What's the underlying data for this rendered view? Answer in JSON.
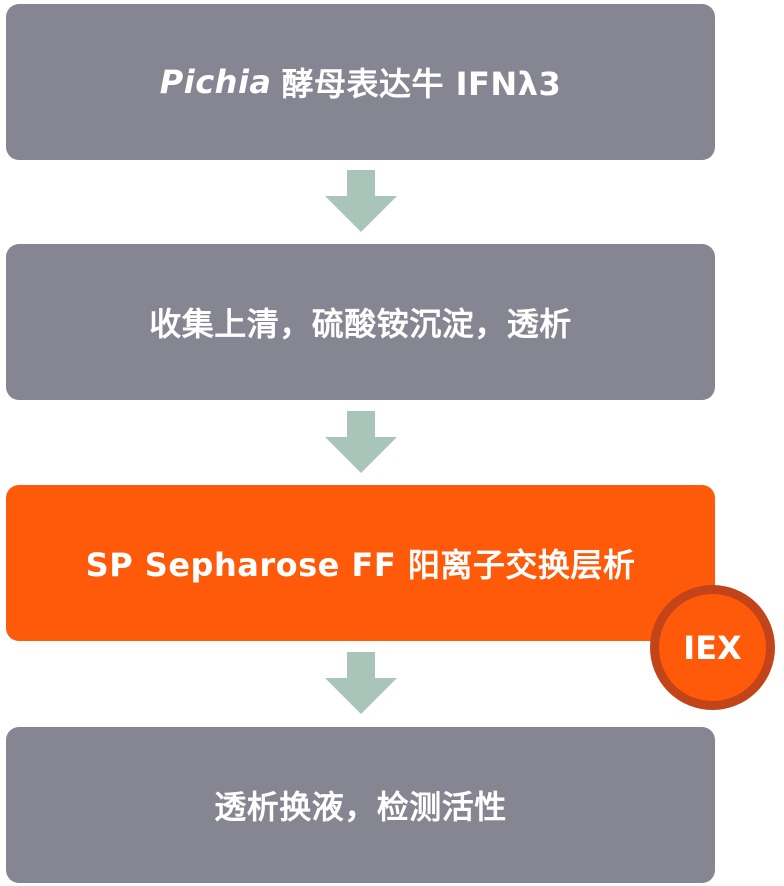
{
  "flow": {
    "steps": [
      {
        "italic": "Pichia",
        "text": "酵母表达牛 IFNλ3"
      },
      {
        "text": "收集上清，硫酸铵沉淀，透析"
      },
      {
        "text": "SP Sepharose FF 阳离子交换层析"
      },
      {
        "text": "透析换液，检测活性"
      }
    ],
    "badge": "IEX"
  },
  "colors": {
    "step_gray": "#868592",
    "highlight_orange": "#ff5a0a",
    "badge_ring": "#c4441a",
    "arrow_green": "#a9c4b9"
  },
  "icons": [
    "arrow-down-icon"
  ]
}
